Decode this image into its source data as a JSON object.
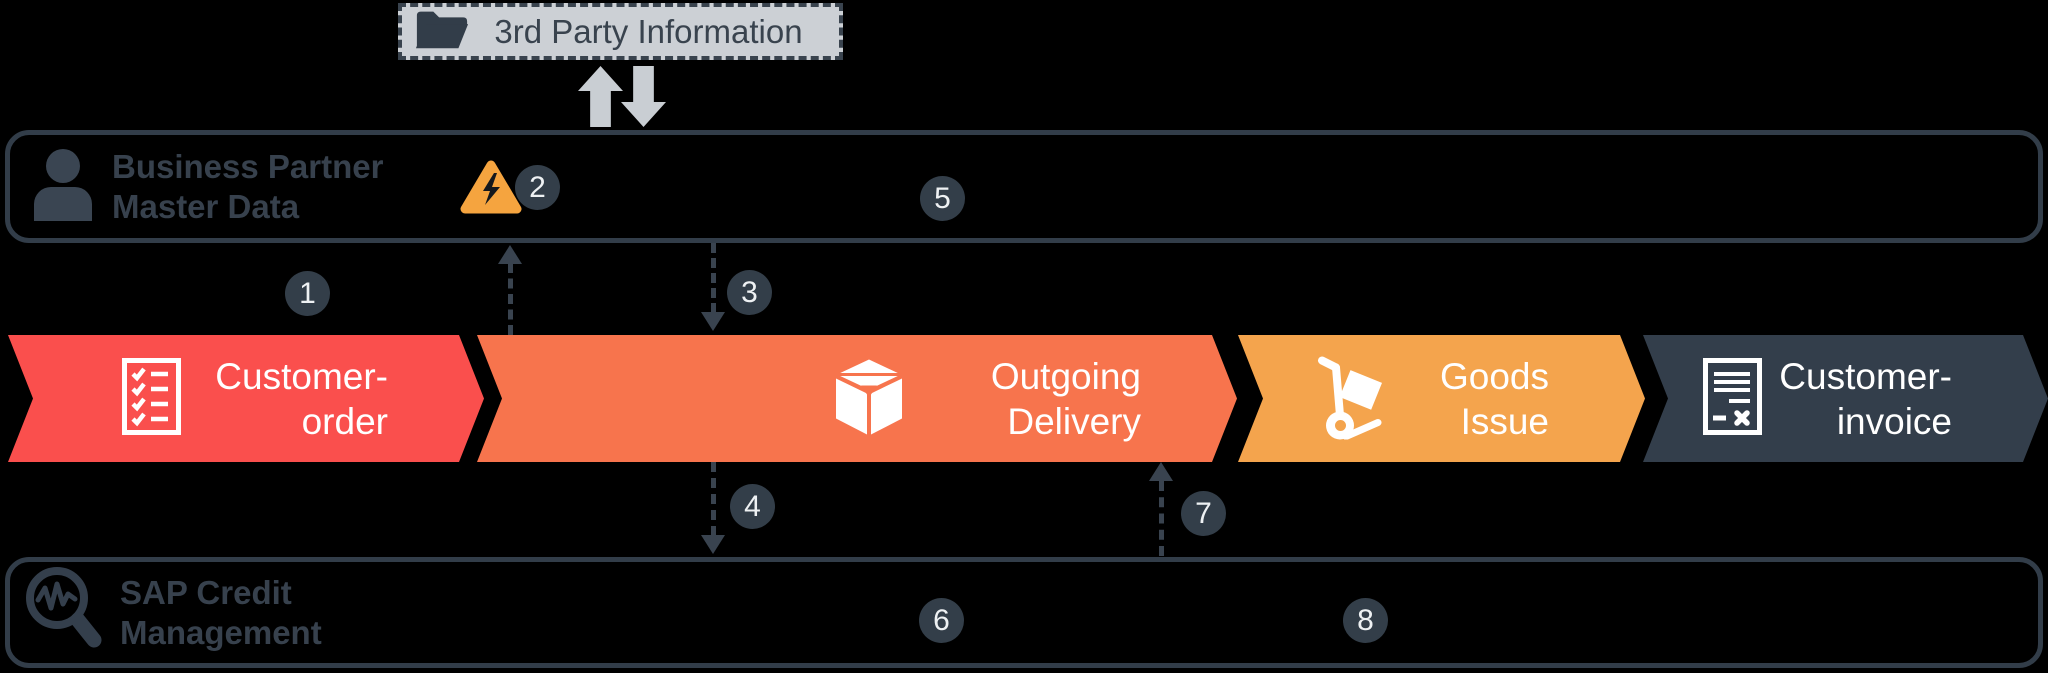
{
  "colors": {
    "background": "#000000",
    "customer_order": "#fa4f4d",
    "outgoing_delivery": "#f7744d",
    "goods_issue": "#f4a44d",
    "customer_invoice": "#333e4b",
    "band_outline": "#323d49",
    "badge": "#333e49",
    "warning_triangle": "#f5a43f",
    "third_party_fill": "#ccd0d5",
    "grey_arrows": "#c9ced3"
  },
  "third_party": {
    "label": "3rd Party Information"
  },
  "business_partner": {
    "line1": "Business Partner",
    "line2": "Master Data"
  },
  "sap_credit": {
    "line1": "SAP Credit",
    "line2": "Management"
  },
  "steps": [
    {
      "line1": "Customer-",
      "line2": "order"
    },
    {
      "line1": "Outgoing",
      "line2": "Delivery"
    },
    {
      "line1": "Goods",
      "line2": "Issue"
    },
    {
      "line1": "Customer-",
      "line2": "invoice"
    }
  ],
  "badges": [
    {
      "number": "1"
    },
    {
      "number": "2"
    },
    {
      "number": "3"
    },
    {
      "number": "4"
    },
    {
      "number": "5"
    },
    {
      "number": "6"
    },
    {
      "number": "7"
    },
    {
      "number": "8"
    }
  ]
}
